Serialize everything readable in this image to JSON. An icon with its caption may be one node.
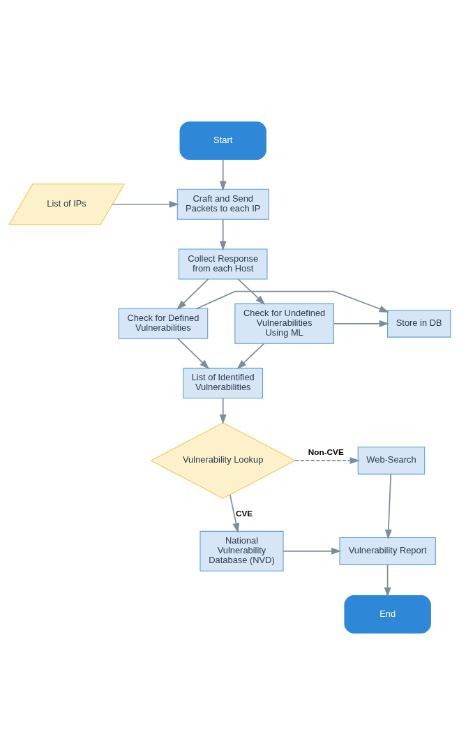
{
  "diagram": {
    "nodes": [
      {
        "text": [
          "Start"
        ]
      },
      {
        "text": [
          "Craft and Send Packets to each IP"
        ]
      },
      {
        "text": [
          "List of IPs"
        ]
      },
      {
        "text": [
          "Collect Response from each Host"
        ]
      },
      {
        "text": [
          "Check for Defined Vulnerabilities"
        ]
      },
      {
        "text": [
          "Store in DB"
        ]
      },
      {
        "text": [
          "Check for Undefined Vulnerabilities Using ML"
        ]
      },
      {
        "text": [
          "List of Identified Vulnerabilities"
        ]
      },
      {
        "text": [
          "Vulnerability Lookup"
        ]
      },
      {
        "text": [
          "Web-Search"
        ]
      },
      {
        "text": [
          "National Vulnerability Database (NVD)"
        ]
      },
      {
        "text": [
          "Vulnerability Report"
        ]
      },
      {
        "text": [
          "End"
        ]
      }
    ],
    "edges": [
      {
        "from": 0,
        "to": 1,
        "arrow": "to"
      },
      {
        "from": 2,
        "to": 1,
        "arrow": "to"
      },
      {
        "from": 1,
        "to": 3,
        "arrow": "to"
      },
      {
        "from": 3,
        "to": 4,
        "arrow": "to"
      },
      {
        "from": 3,
        "to": 6,
        "arrow": "to"
      },
      {
        "from": 4,
        "to": 5,
        "arrow": "to"
      },
      {
        "from": 6,
        "to": 5,
        "arrow": "to"
      },
      {
        "from": 4,
        "to": 7,
        "arrow": "to"
      },
      {
        "from": 6,
        "to": 7,
        "arrow": "to"
      },
      {
        "from": 7,
        "to": 8,
        "arrow": "to"
      },
      {
        "from": 8,
        "to": 9,
        "arrow": "to",
        "label": "Non-CVE",
        "style": "dashed"
      },
      {
        "from": 8,
        "to": 10,
        "arrow": "to",
        "label": "CVE"
      },
      {
        "from": 9,
        "to": 11,
        "arrow": "to"
      },
      {
        "from": 10,
        "to": 11,
        "arrow": "to"
      },
      {
        "from": 11,
        "to": 12,
        "arrow": "to"
      }
    ]
  }
}
